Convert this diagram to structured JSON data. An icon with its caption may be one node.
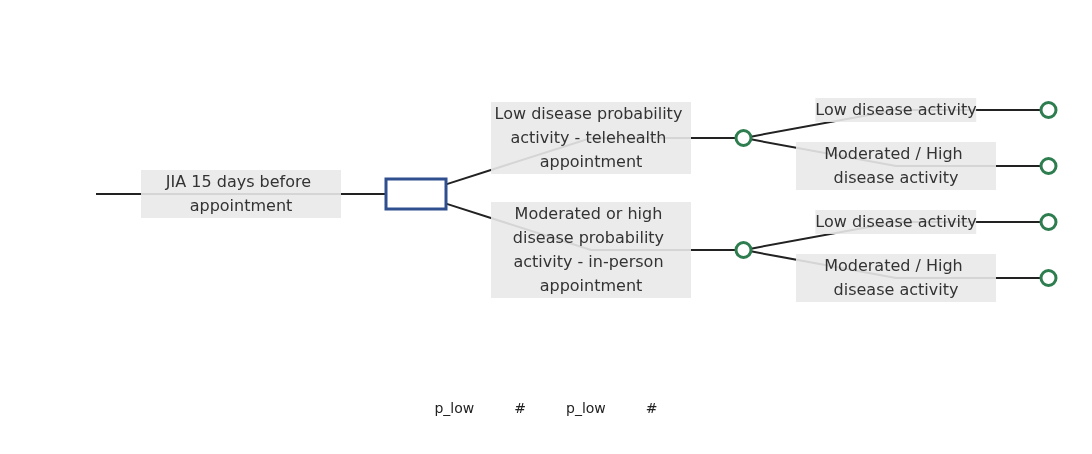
{
  "diagram": {
    "nodes": [
      {
        "text": [],
        "shape": "box"
      },
      {
        "text": [],
        "shape": "circle"
      },
      {
        "text": [],
        "shape": "circle"
      },
      {
        "text": [],
        "shape": "circle"
      },
      {
        "text": [],
        "shape": "circle"
      },
      {
        "text": [],
        "shape": "circle"
      },
      {
        "text": [],
        "shape": "circle"
      }
    ],
    "edges": [
      {
        "from": null,
        "to": 0,
        "arrow": "none",
        "label": "JIA 15 days before appointment"
      },
      {
        "from": 0,
        "to": 1,
        "arrow": "none",
        "label": "Low disease probability activity - telehealth appointment"
      },
      {
        "from": 0,
        "to": 2,
        "arrow": "none",
        "label": "Moderated or high disease probability activity - in-person appointment"
      },
      {
        "from": 1,
        "to": 3,
        "arrow": "none",
        "label": "Low disease activity"
      },
      {
        "from": 1,
        "to": 4,
        "arrow": "none",
        "label": "Moderated / High disease activity"
      },
      {
        "from": 2,
        "to": 5,
        "arrow": "none",
        "label": "Low disease activity"
      },
      {
        "from": 2,
        "to": 6,
        "arrow": "none",
        "label": "Moderated / High disease activity"
      }
    ],
    "labels": [
      "p_low",
      "#",
      "p_low",
      "#"
    ]
  }
}
